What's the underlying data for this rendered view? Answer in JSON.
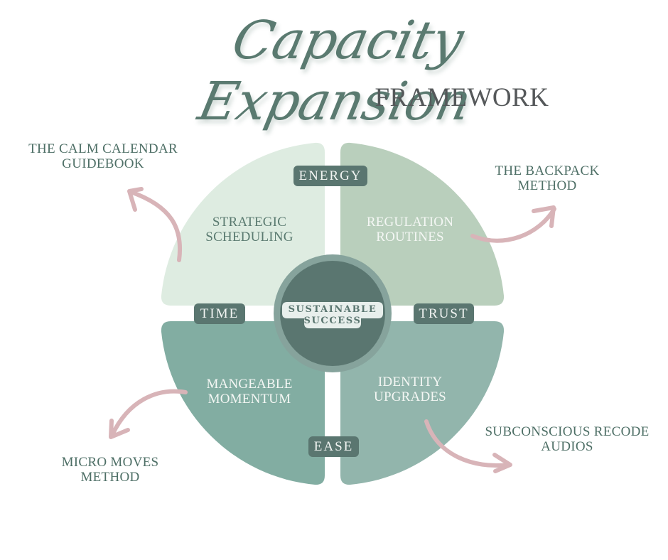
{
  "title": {
    "script": "Capacity Expansion",
    "subtitle": "FRAMEWORK"
  },
  "colors": {
    "title": "#5a7a70",
    "subtitle": "#55585a",
    "quadrant_top_left": "#deece1",
    "quadrant_top_right": "#b9cfbc",
    "quadrant_bottom_left": "#82ada2",
    "quadrant_bottom_right": "#92b5ac",
    "center_fill": "#5a7670",
    "center_ring": "#86a39c",
    "pill": "#5a7670",
    "arrow": "#d8b4b8",
    "external_text": "#4e6f66"
  },
  "center": {
    "line1": "SUSTAINABLE",
    "line2": "SUCCESS"
  },
  "pillars": {
    "top": "ENERGY",
    "left": "TIME",
    "right": "TRUST",
    "bottom": "EASE"
  },
  "quadrants": {
    "top_left": {
      "line1": "STRATEGIC",
      "line2": "SCHEDULING"
    },
    "top_right": {
      "line1": "REGULATION",
      "line2": "ROUTINES"
    },
    "bottom_left": {
      "line1": "MANGEABLE",
      "line2": "MOMENTUM"
    },
    "bottom_right": {
      "line1": "IDENTITY",
      "line2": "UPGRADES"
    }
  },
  "resources": {
    "top_left": {
      "line1": "THE CALM CALENDAR",
      "line2": "GUIDEBOOK"
    },
    "top_right": {
      "line1": "THE BACKPACK",
      "line2": "METHOD"
    },
    "bottom_left": {
      "line1": "MICRO MOVES",
      "line2": "METHOD"
    },
    "bottom_right": {
      "line1": "SUBCONSCIOUS RECODE",
      "line2": "AUDIOS"
    }
  }
}
